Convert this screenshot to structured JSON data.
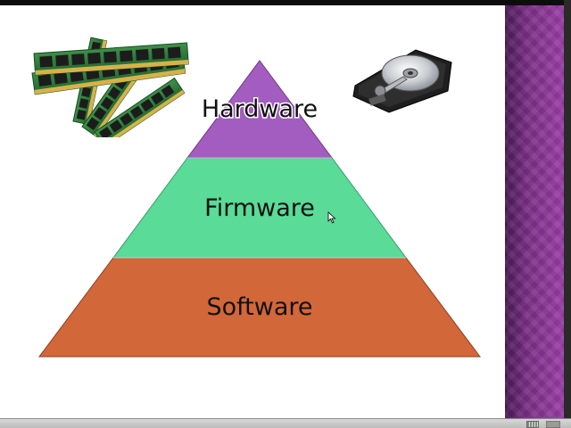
{
  "slide": {
    "tiers": [
      {
        "id": "top",
        "label": "Hardware",
        "color": "#a35cbf"
      },
      {
        "id": "middle",
        "label": "Firmware",
        "color": "#5adb98"
      },
      {
        "id": "bottom",
        "label": "Software",
        "color": "#d2673a"
      }
    ],
    "images": {
      "left": "ram-modules-image",
      "right": "hard-drive-image"
    }
  },
  "theme": {
    "side_band_color": "#8a3596",
    "slide_background": "#ffffff"
  }
}
